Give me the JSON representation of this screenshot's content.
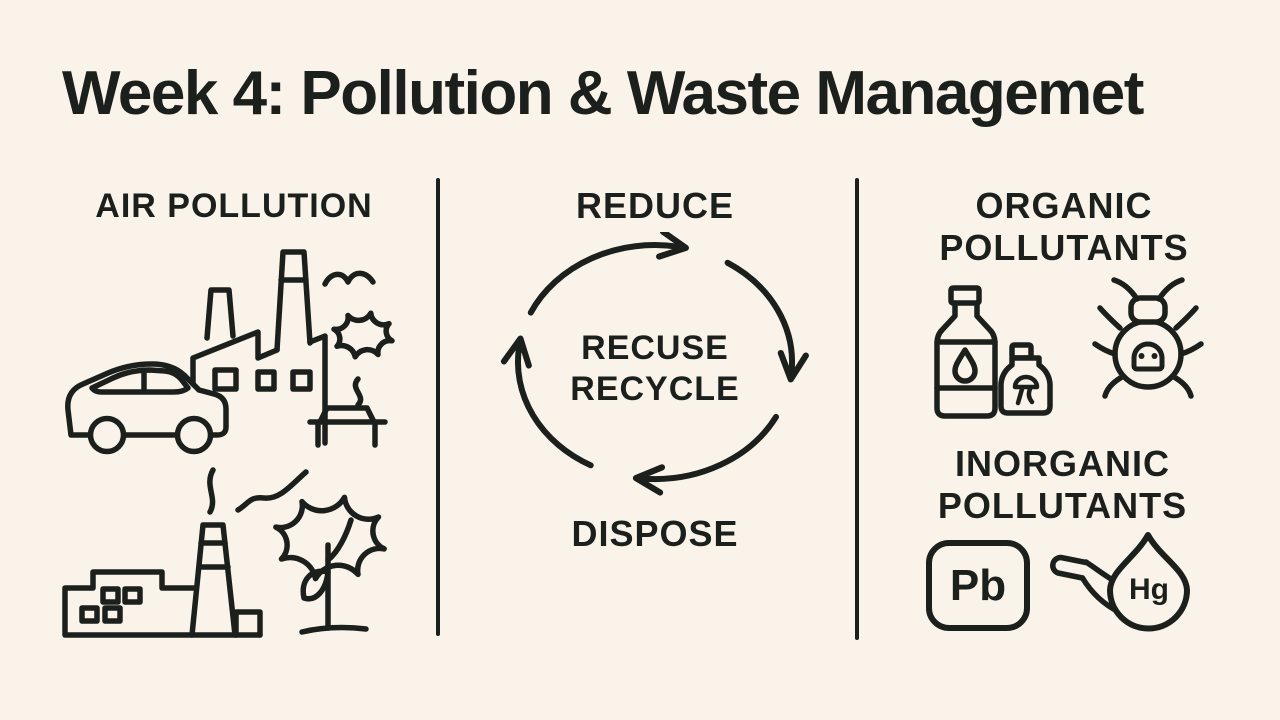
{
  "theme": {
    "background": "#faf3ea",
    "ink": "#1c201d"
  },
  "title": "Week 4: Pollution & Waste Managemet",
  "air_section": {
    "heading": "AIR POLLUTION",
    "icons": [
      "car-icon",
      "factory-smokestacks-icon",
      "smoke-cloud-icon",
      "bird-icon",
      "waste-bin-icon",
      "building-icon",
      "chimney-icon",
      "tree-icon"
    ]
  },
  "cycle_section": {
    "top_label": "REDUCE",
    "center_label_line1": "RECUSE",
    "center_label_line2": "RECYCLE",
    "bottom_label": "DISPOSE",
    "icons": [
      "cycle-arrows-icon"
    ]
  },
  "pollutant_section": {
    "organic": {
      "heading_line1": "ORGANIC",
      "heading_line2": "POLLUTANTS",
      "icons": [
        "chemical-bottle-icon",
        "pesticide-jug-icon",
        "toxic-bug-icon",
        "skull-icon"
      ]
    },
    "inorganic": {
      "heading_line1": "INORGANIC",
      "heading_line2": "POLLUTANTS",
      "lead_symbol": "Pb",
      "mercury_symbol": "Hg",
      "icons": [
        "lead-element-icon",
        "mercury-drop-icon",
        "scoop-pan-icon"
      ]
    }
  }
}
